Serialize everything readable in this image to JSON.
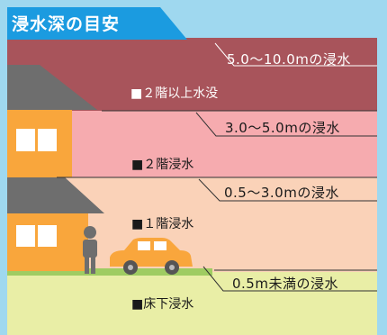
{
  "title": "浸水深の目安",
  "levels": [
    {
      "range": "5.0〜10.0mの浸水",
      "category": "■２階以上水没",
      "color": "#a8545b",
      "category_color": "#ffffff"
    },
    {
      "range": "3.0〜5.0mの浸水",
      "category": "■２階浸水",
      "color": "#f6abaf",
      "category_color": "#1a1a1a"
    },
    {
      "range": "0.5〜3.0mの浸水",
      "category": "■１階浸水",
      "color": "#fad2b8",
      "category_color": "#1a1a1a"
    },
    {
      "range": "0.5m未満の浸水",
      "category": "■床下浸水",
      "color": "#e9eea6",
      "category_color": "#1a1a1a"
    }
  ],
  "colors": {
    "title_bg": "#1b9be0",
    "background": "#9fd8ef",
    "house_wall": "#f9a63c",
    "roof": "#6e6e6e",
    "window": "#ffffff",
    "person": "#6e6e6e",
    "car": "#f9a63c",
    "ground": "#9fcc62"
  },
  "icons": [
    "house-icon",
    "person-icon",
    "car-icon"
  ]
}
